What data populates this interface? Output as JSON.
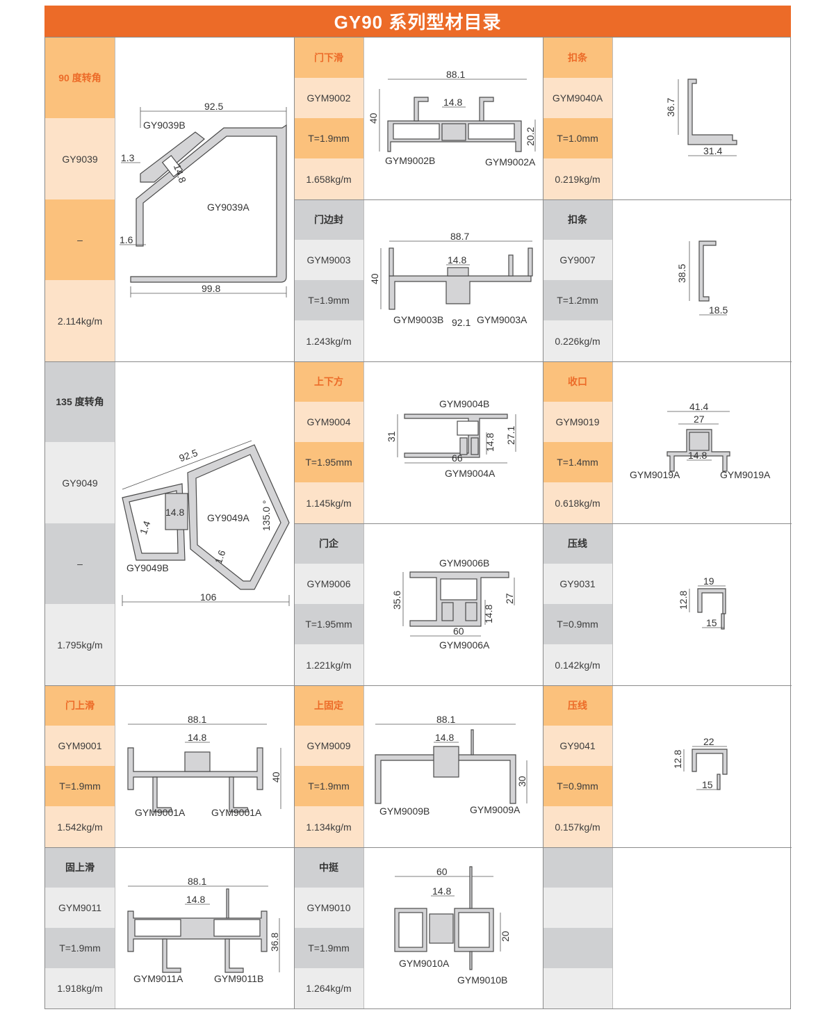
{
  "title": "GY90 系列型材目录",
  "colors": {
    "accent": "#ec6b28",
    "orange_dark": "#fbc17c",
    "orange_light": "#fde2c8",
    "gray_dark": "#cfd0d2",
    "gray_light": "#ececec"
  },
  "cells": {
    "c90": {
      "title": "90 度转角",
      "code": "GY9039",
      "thickness": "–",
      "weight": "2.114kg/m",
      "dims": {
        "a": "92.5",
        "b": "GY9039B",
        "c": "1.3",
        "d": "14.8",
        "e": "GY9039A",
        "f": "1.6",
        "g": "99.8"
      }
    },
    "c135": {
      "title": "135 度转角",
      "code": "GY9049",
      "thickness": "–",
      "weight": "1.795kg/m",
      "dims": {
        "a": "92.5",
        "b": "14.8",
        "c": "GY9049A",
        "d": "135.0 °",
        "e": "1.4",
        "f": "GY9049B",
        "g": "1.6",
        "h": "106"
      }
    },
    "m1": {
      "title": "门下滑",
      "code": "GYM9002",
      "thickness": "T=1.9mm",
      "weight": "1.658kg/m",
      "dims": {
        "a": "88.1",
        "b": "14.8",
        "c": "40",
        "d": "20.2",
        "e": "GYM9002B",
        "f": "GYM9002A"
      }
    },
    "m2": {
      "title": "门边封",
      "code": "GYM9003",
      "thickness": "T=1.9mm",
      "weight": "1.243kg/m",
      "dims": {
        "a": "88.7",
        "b": "14.8",
        "c": "40",
        "d": "GYM9003B",
        "e": "92.1",
        "f": "GYM9003A"
      }
    },
    "m3": {
      "title": "上下方",
      "code": "GYM9004",
      "thickness": "T=1.95mm",
      "weight": "1.145kg/m",
      "dims": {
        "a": "GYM9004B",
        "b": "31",
        "c": "27.1",
        "d": "14.8",
        "e": "66",
        "f": "GYM9004A"
      }
    },
    "m4": {
      "title": "门企",
      "code": "GYM9006",
      "thickness": "T=1.95mm",
      "weight": "1.221kg/m",
      "dims": {
        "a": "GYM9006B",
        "b": "35.6",
        "c": "27",
        "d": "14.8",
        "e": "60",
        "f": "GYM9006A"
      }
    },
    "m5": {
      "title": "上固定",
      "code": "GYM9009",
      "thickness": "T=1.9mm",
      "weight": "1.134kg/m",
      "dims": {
        "a": "88.1",
        "b": "14.8",
        "c": "30",
        "d": "GYM9009B",
        "e": "GYM9009A"
      }
    },
    "m6": {
      "title": "中挺",
      "code": "GYM9010",
      "thickness": "T=1.9mm",
      "weight": "1.264kg/m",
      "dims": {
        "a": "60",
        "b": "14.8",
        "c": "20",
        "d": "GYM9010A",
        "e": "GYM9010B"
      }
    },
    "l1": {
      "title": "门上滑",
      "code": "GYM9001",
      "thickness": "T=1.9mm",
      "weight": "1.542kg/m",
      "dims": {
        "a": "88.1",
        "b": "14.8",
        "c": "40",
        "d": "GYM9001A",
        "e": "GYM9001A"
      }
    },
    "l2": {
      "title": "固上滑",
      "code": "GYM9011",
      "thickness": "T=1.9mm",
      "weight": "1.918kg/m",
      "dims": {
        "a": "88.1",
        "b": "14.8",
        "c": "36.8",
        "d": "GYM9011A",
        "e": "GYM9011B"
      }
    },
    "r1": {
      "title": "扣条",
      "code": "GYM9040A",
      "thickness": "T=1.0mm",
      "weight": "0.219kg/m",
      "dims": {
        "a": "36.7",
        "b": "31.4"
      }
    },
    "r2": {
      "title": "扣条",
      "code": "GY9007",
      "thickness": "T=1.2mm",
      "weight": "0.226kg/m",
      "dims": {
        "a": "38.5",
        "b": "18.5"
      }
    },
    "r3": {
      "title": "收口",
      "code": "GYM9019",
      "thickness": "T=1.4mm",
      "weight": "0.618kg/m",
      "dims": {
        "a": "41.4",
        "b": "27",
        "c": "14.8",
        "d": "GYM9019A",
        "e": "GYM9019A"
      }
    },
    "r4": {
      "title": "压线",
      "code": "GY9031",
      "thickness": "T=0.9mm",
      "weight": "0.142kg/m",
      "dims": {
        "a": "19",
        "b": "12.8",
        "c": "15"
      }
    },
    "r5": {
      "title": "压线",
      "code": "GY9041",
      "thickness": "T=0.9mm",
      "weight": "0.157kg/m",
      "dims": {
        "a": "22",
        "b": "12.8",
        "c": "15"
      }
    }
  }
}
